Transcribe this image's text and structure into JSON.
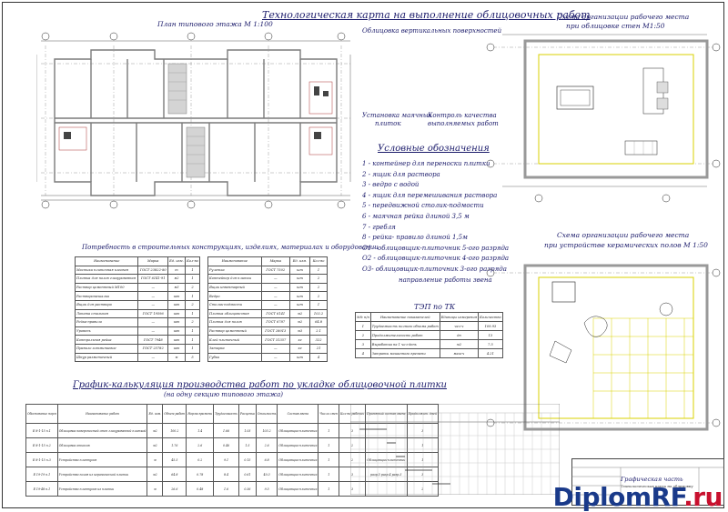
{
  "sheet": {
    "main_title": "Технологическая карта на выполнение облицовочных работ",
    "plan_title": "План типового этажа М 1:100",
    "plan_subtitle": "Облицовка вертикальных поверхностей",
    "scheme1_title_l1": "Схема организации рабочего места",
    "scheme1_title_l2": "при облицовке стен  М1:50",
    "scheme2_title_l1": "Схема организации рабочего места",
    "scheme2_title_l2": "при устройстве керамических полов М 1:50",
    "note_left_l1": "Установка маячных",
    "note_left_l2": "плиток",
    "note_right_l1": "Контроль качества",
    "note_right_l2": "выполняемых работ"
  },
  "legend": {
    "title": "Условные обозначения",
    "items": [
      "1 - контейнер для переноски плитки",
      "2 - ящик для раствора",
      "3 - ведро с водой",
      "4 - ящик для перемешивания раствора",
      "5 - передвижной столик-подмости",
      "6 - маячная рейка длиной 3,5 м",
      "7 - гребля",
      "8 - рейка- правило длиной 1,5м",
      "О1 - облицовщик-плиточник 5-ого разряда",
      "О2 - облицовщик-плиточник 4-ого разряда",
      "О3- облицовщик-плиточник 3-ого разряда",
      "направление работы звена"
    ]
  },
  "needs": {
    "title": "Потребность в строительных конструкциях, изделиях,  материалах  и оборудовании",
    "headers": [
      "Наименование",
      "Марка",
      "Ед. изм.",
      "Кол-во"
    ],
    "left_rows": [
      [
        "Мастика плиточная клеевая",
        "ГОСТ 23822-80",
        "т",
        "1"
      ],
      [
        "Плитка для полов глазурованная",
        "ГОСТ 6141-91",
        "м2",
        "1"
      ],
      [
        "Раствор цементный М100",
        "—",
        "м3",
        "2"
      ],
      [
        "Растворомешалка",
        "—",
        "шт",
        "1"
      ],
      [
        "Ящик для раствора",
        "—",
        "шт",
        "2"
      ],
      [
        "Лопата стальная",
        "ГОСТ 19596",
        "шт",
        "1"
      ],
      [
        "Рейка-правило",
        "—",
        "шт",
        "2"
      ],
      [
        "Уровень",
        "—",
        "шт",
        "1"
      ],
      [
        "Контрольная рейка",
        "ГОСТ 7948",
        "шт",
        "1"
      ],
      [
        "Правило алюминиевое",
        "ГОСТ 25782",
        "шт",
        "1"
      ],
      [
        "Шнур разметочный",
        "—",
        "м",
        "5"
      ]
    ],
    "right_rows": [
      [
        "Рулетка",
        "ГОСТ 7502",
        "шт",
        "1"
      ],
      [
        "Контейнер для плитки",
        "—",
        "шт",
        "2"
      ],
      [
        "Ящик инвентарный",
        "—",
        "шт",
        "2"
      ],
      [
        "Ведро",
        "—",
        "шт",
        "2"
      ],
      [
        "Столик-подмости",
        "—",
        "шт",
        "1"
      ],
      [
        "Плитка облицовочная",
        "ГОСТ 6141",
        "м2",
        "102.2"
      ],
      [
        "Плитка для полов",
        "ГОСТ 6787",
        "м2",
        "64.8"
      ],
      [
        "Раствор цементный",
        "ГОСТ 28013",
        "м3",
        "2.1"
      ],
      [
        "Клей плиточный",
        "ГОСТ 31357",
        "кг",
        "322"
      ],
      [
        "Затирка",
        "—",
        "кг",
        "21"
      ],
      [
        "Губка",
        "—",
        "шт",
        "4"
      ]
    ]
  },
  "tep": {
    "title": "ТЭП по  ТК",
    "headers": [
      "№№ п/п",
      "Наименование показателей",
      "Единицы измерения",
      "Количество"
    ],
    "rows": [
      [
        "1",
        "Трудоемкость полного объема работ",
        "чел-ч",
        "109.93"
      ],
      [
        "2",
        "Продолжительность работ",
        "дн",
        "13"
      ],
      [
        "3",
        "Выработка на 1 чел-день",
        "м2",
        "7.5"
      ],
      [
        "4",
        "Затраты машинного времени",
        "маш-ч",
        "4.21"
      ]
    ]
  },
  "schedule": {
    "title": "График-калькуляция производства работ по укладке облицовочной плитки",
    "subtitle": "(на одну секцию типового этажа)",
    "headers": [
      "Обоснование норм",
      "Наименование работ",
      "Ед. изм.",
      "Объем работ",
      "Норма времени",
      "Трудоемкость",
      "Расценка",
      "Стоимость",
      "Состав звена",
      "Число смен",
      "Кол-во рабочих",
      "Принятый состав звена",
      "Продолжит. дней"
    ],
    "rows": [
      [
        "Е 8-1-15 п.1",
        "Облицовка поверхностей стен глазурованной плиткой",
        "м2",
        "100.2",
        "1.4",
        "1.66",
        "1.03",
        "103.2",
        "Облицовщик-плиточник",
        "1",
        "3",
        "",
        "3"
      ],
      [
        "Е 8-1-15 п.2",
        "Облицовка откосов",
        "м2",
        "1.76",
        "2.6",
        "0.46",
        "1.5",
        "2.6",
        "Облицовщик-плиточник",
        "1",
        "2",
        "",
        "1"
      ],
      [
        "Е 8-1-15 п.3",
        "Устройство плинтусов",
        "м",
        "45.5",
        "0.2",
        "9.1",
        "0.15",
        "6.8",
        "Облицовщик-плиточник",
        "1",
        "2",
        "Облицовщик-плиточник",
        "1"
      ],
      [
        "Е 19-19 п.1",
        "Устройство полов из керамической плитки",
        "м2",
        "64.8",
        "0.78",
        "8.4",
        "0.61",
        "40.3",
        "Облицовщик-плиточник",
        "1",
        "3",
        "разр.5 разр.4 разр.3",
        "3"
      ],
      [
        "Е 19-48 п.1",
        "Устройство плинтусов из плитки",
        "м",
        "26.6",
        "0.48",
        "1.6",
        "0.36",
        "9.5",
        "Облицовщик-плиточник",
        "1",
        "3",
        "",
        "2"
      ]
    ]
  },
  "titleblock": {
    "title": "Графическая часть",
    "subtitle": "Технологическая карта на облицовку"
  },
  "watermark": {
    "brand": "DiplomRF",
    "tld": ".ru"
  }
}
